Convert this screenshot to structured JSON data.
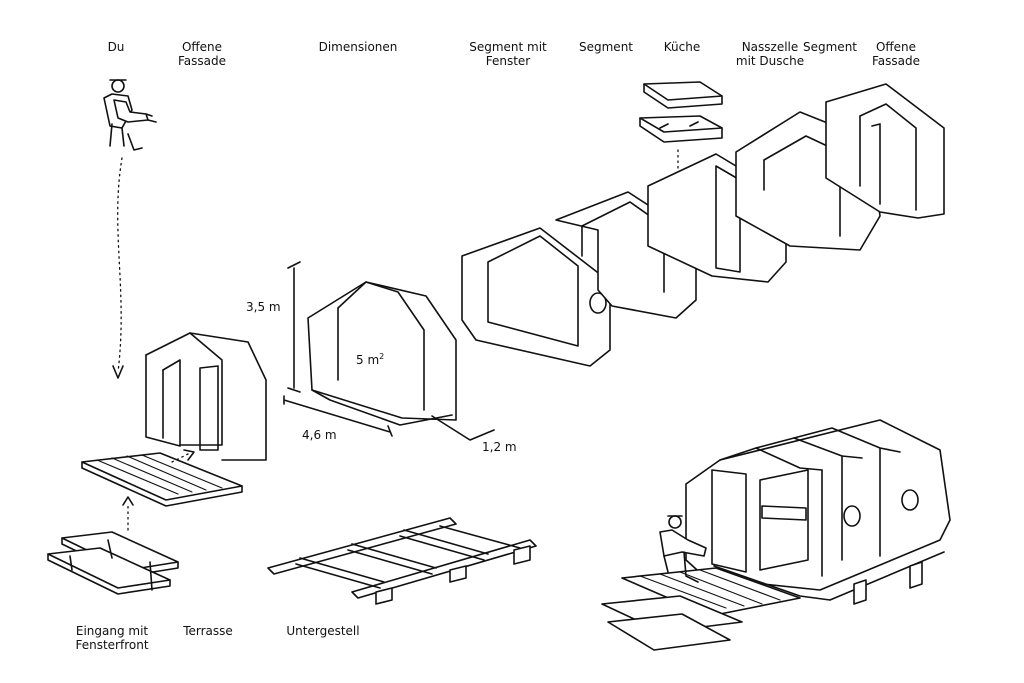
{
  "labels": {
    "du": "Du",
    "offene_fassade_1": [
      "Offene",
      "Fassade"
    ],
    "dimensionen": "Dimensionen",
    "segment_mit_fenster": [
      "Segment mit",
      "Fenster"
    ],
    "segment_1": "Segment",
    "kueche": "Küche",
    "nasszelle": [
      "Nasszelle",
      "mit Dusche"
    ],
    "segment_2": "Segment",
    "offene_fassade_2": [
      "Offene",
      "Fassade"
    ],
    "eingang": [
      "Eingang mit",
      "Fensterfront"
    ],
    "terrasse": "Terrasse",
    "untergestell": "Untergestell"
  },
  "dimensions": {
    "height": "3,5 m",
    "area": "5 m",
    "area_sup": "2",
    "length": "4,6 m",
    "width": "1,2 m"
  }
}
